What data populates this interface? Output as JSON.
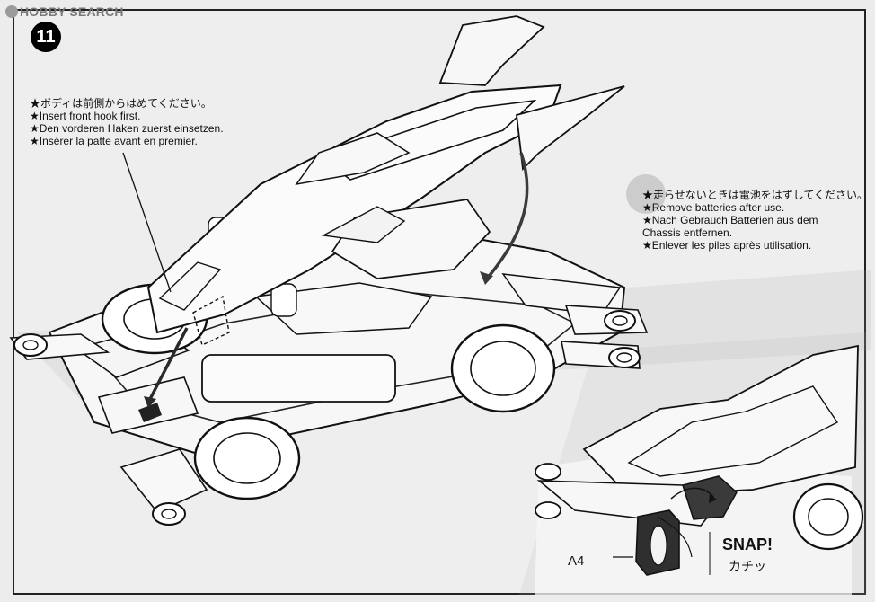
{
  "brand": {
    "text": "HOBBY SEARCH"
  },
  "step": {
    "number": "11"
  },
  "left_note": {
    "lines": [
      "★ボディは前側からはめてください。",
      "★Insert front hook first.",
      "★Den vorderen Haken zuerst einsetzen.",
      "★Insérer la patte avant en premier."
    ]
  },
  "right_note": {
    "lines": [
      "★走らせないときは電池をはずしてください。",
      "★Remove batteries after use.",
      "★Nach Gebrauch Batterien aus dem",
      "Chassis entfernen.",
      "★Enlever les piles après utilisation."
    ]
  },
  "labels": {
    "part": "A4",
    "snap": "SNAP!",
    "snap_jp": "カチッ"
  }
}
